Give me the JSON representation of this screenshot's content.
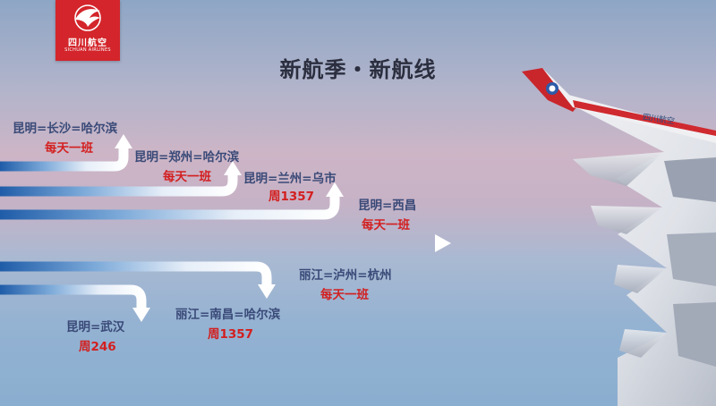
{
  "logo": {
    "name_cn": "四川航空",
    "name_en": "SICHUAN AIRLINES"
  },
  "title": "新航季・新航线",
  "routes": [
    {
      "route": "昆明=长沙=哈尔滨",
      "frequency": "每天一班"
    },
    {
      "route": "昆明=郑州=哈尔滨",
      "frequency": "每天一班"
    },
    {
      "route": "昆明=兰州=乌市",
      "frequency": "周1357"
    },
    {
      "route": "昆明=西昌",
      "frequency": "每天一班"
    },
    {
      "route": "丽江=泸州=杭州",
      "frequency": "每天一班"
    },
    {
      "route": "昆明=武汉",
      "frequency": "周246"
    },
    {
      "route": "丽江=南昌=哈尔滨",
      "frequency": "周1357"
    }
  ],
  "wing_label": "四川航空",
  "colors": {
    "brand_red": "#d3252b",
    "route_text": "#3a4a78",
    "frequency_text": "#d31f1f",
    "arrow_blue": "#2f6fb5"
  }
}
